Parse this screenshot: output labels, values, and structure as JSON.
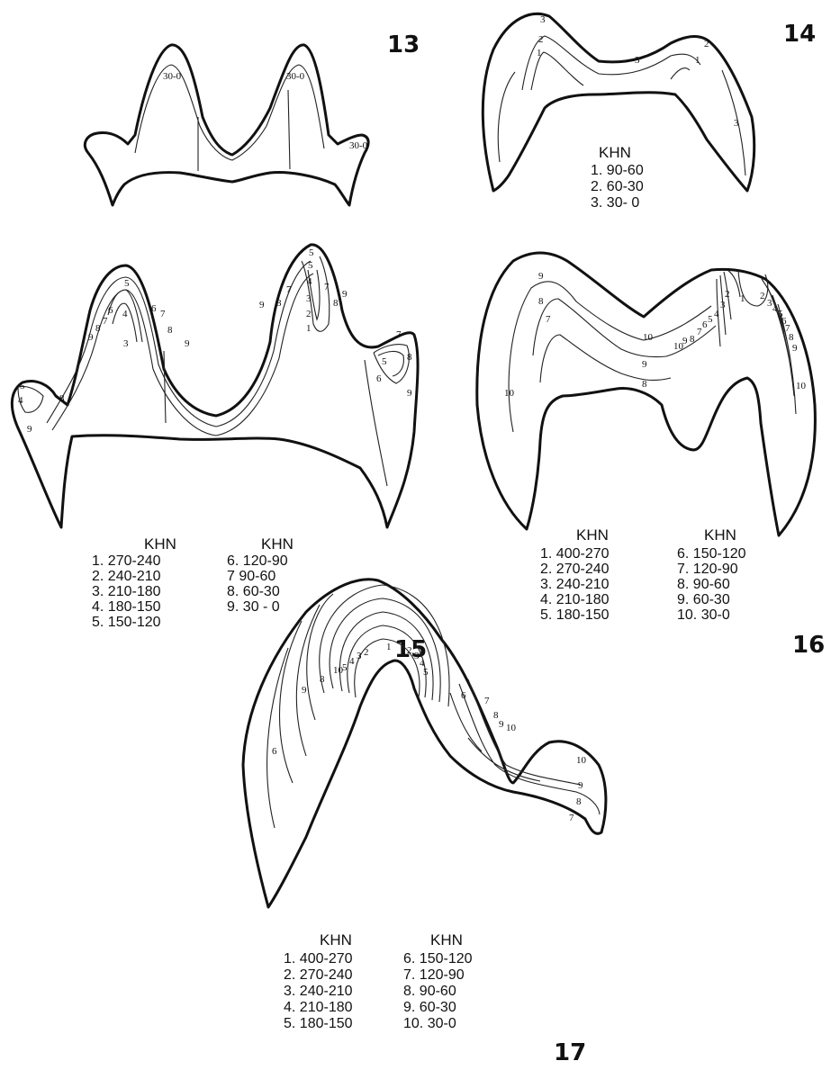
{
  "figures": [
    {
      "id": "fig13",
      "number": "13",
      "zone_labels": [
        "30-0",
        "30-0",
        "30-0"
      ],
      "legend": []
    },
    {
      "id": "fig14",
      "number": "14",
      "legend_heads": [
        "KHN"
      ],
      "legend": [
        "1. 90-60",
        "2. 60-30",
        "3. 30- 0"
      ],
      "zone_labels": [
        "1",
        "2",
        "3",
        "1",
        "2",
        "3",
        "3"
      ]
    },
    {
      "id": "fig15",
      "number": "15",
      "legend_heads": [
        "KHN",
        "KHN"
      ],
      "legend": [
        "1. 270-240",
        "2. 240-210",
        "3. 210-180",
        "4. 180-150",
        "5. 150-120",
        "6. 120-90",
        "7 90-60",
        "8. 60-30",
        "9. 30 - 0"
      ],
      "zone_labels": [
        "5",
        "4",
        "3",
        "6",
        "7",
        "8",
        "9",
        "9",
        "8",
        "7",
        "6",
        "5",
        "5",
        "4",
        "3",
        "2",
        "1",
        "7",
        "8",
        "9",
        "9",
        "8",
        "7",
        "5",
        "4",
        "9",
        "8",
        "5",
        "6",
        "7",
        "8",
        "9"
      ]
    },
    {
      "id": "fig16",
      "number": "16",
      "legend_heads": [
        "KHN",
        "KHN"
      ],
      "legend": [
        "1. 400-270",
        "2. 270-240",
        "3. 240-210",
        "4. 210-180",
        "5. 180-150",
        "6. 150-120",
        "7. 120-90",
        "8. 90-60",
        "9. 60-30",
        "10. 30-0"
      ],
      "zone_labels": [
        "9",
        "8",
        "7",
        "10",
        "10",
        "9",
        "8",
        "1",
        "2",
        "3",
        "4",
        "5",
        "6",
        "7",
        "8",
        "9",
        "10",
        "2",
        "3",
        "4",
        "5",
        "6",
        "7",
        "8",
        "9",
        "10"
      ]
    },
    {
      "id": "fig17",
      "number": "17",
      "legend_heads": [
        "KHN",
        "KHN"
      ],
      "legend": [
        "1. 400-270",
        "2. 270-240",
        "3. 240-210",
        "4. 210-180",
        "5. 180-150",
        "6. 150-120",
        "7. 120-90",
        "8. 90-60",
        "9. 60-30",
        "10. 30-0"
      ],
      "zone_labels": [
        "1",
        "2",
        "3",
        "4",
        "5",
        "2",
        "3",
        "4",
        "5",
        "6",
        "7",
        "8",
        "9",
        "10",
        "6",
        "7",
        "8",
        "9",
        "10",
        "10",
        "9",
        "8",
        "7"
      ]
    }
  ]
}
